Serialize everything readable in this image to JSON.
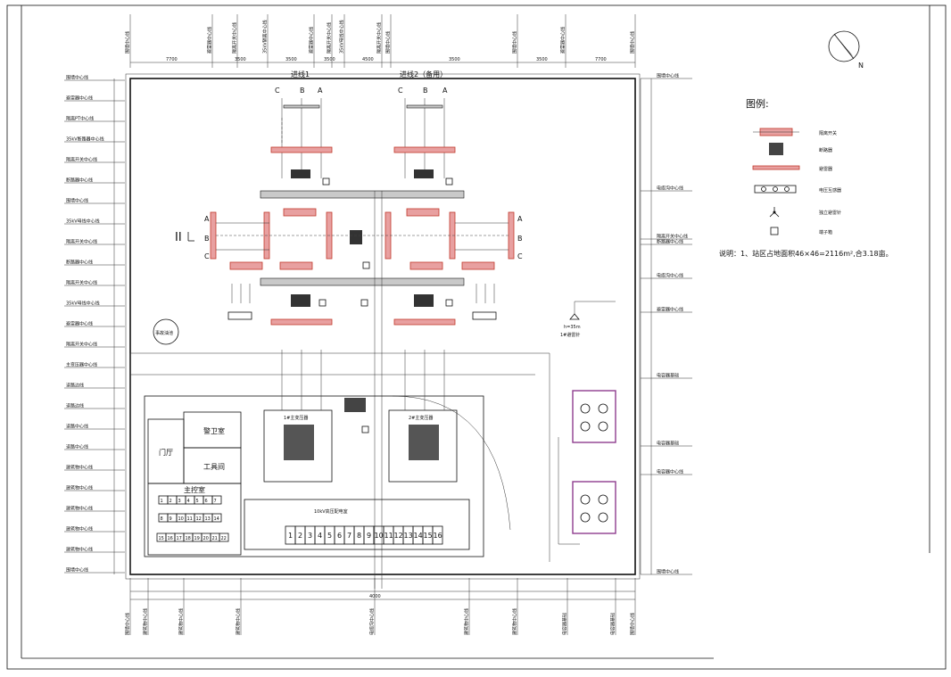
{
  "incoming_lines": {
    "line1": "进线1",
    "line2": "进线2（备用）"
  },
  "phases": [
    "C",
    "B",
    "A"
  ],
  "phases_side": [
    "A",
    "B",
    "C"
  ],
  "section_mark": "II",
  "legend": {
    "title": "图例:",
    "items": [
      {
        "icon": "disconnector-icon",
        "label": "隔离开关"
      },
      {
        "icon": "breaker-icon",
        "label": "断路器"
      },
      {
        "icon": "arrester-icon",
        "label": "避雷器"
      },
      {
        "icon": "voltage-transformer-icon",
        "label": "电压互感器"
      },
      {
        "icon": "lightning-rod-icon",
        "label": "独立避雷针"
      },
      {
        "icon": "terminal-box-icon",
        "label": "端子箱"
      }
    ]
  },
  "note": "说明：1、站区占地面积46×46=2116m²,合3.18亩。",
  "lightning_rod": {
    "height": "h=35m",
    "label": "1#避雷针"
  },
  "accident_pool": "事故油池",
  "rooms": {
    "guard": "警卫室",
    "hall": "门厅",
    "tools": "工具间",
    "control": "主控室",
    "switchgear": "10kV高压配电室"
  },
  "transformers": {
    "t1": "1#主变压器",
    "t2": "2#主变压器"
  },
  "panels": {
    "row1": [
      "1",
      "2",
      "3",
      "4",
      "5",
      "6",
      "7"
    ],
    "row2": [
      "8",
      "9",
      "10",
      "11",
      "12",
      "13",
      "14"
    ],
    "row3": [
      "15",
      "16",
      "17",
      "18",
      "19",
      "20",
      "21",
      "22"
    ]
  },
  "switchgear_cells": [
    "1",
    "2",
    "3",
    "4",
    "5",
    "6",
    "7",
    "8",
    "9",
    "10",
    "11",
    "12",
    "13",
    "14",
    "15",
    "16"
  ],
  "left_labels": [
    "围墙中心线",
    "避雷器中心线",
    "隔离PT中心线",
    "35kV断路器中心线",
    "隔离开关中心线",
    "断路器中心线",
    "围墙中心线",
    "35kV母线中心线",
    "隔离开关中心线",
    "断路器中心线",
    "隔离开关中心线",
    "35kV母线中心线",
    "避雷器中心线",
    "隔离开关中心线",
    "主变压器中心线",
    "道路边线",
    "道路边线",
    "道路中心线",
    "道路中心线",
    "建筑物中心线",
    "建筑物中心线",
    "建筑物中心线",
    "建筑物中心线",
    "建筑物中心线",
    "围墙中心线"
  ],
  "right_labels": [
    "围墙中心线",
    "电缆沟中心线",
    "隔离开关中心线",
    "断路器中心线",
    "电缆沟中心线",
    "避雷器中心线",
    "电容器基础",
    "电容器基础",
    "电容器中心线",
    "围墙中心线"
  ],
  "top_labels": [
    "围墙中心线",
    "避雷器中心线",
    "隔离开关中心线",
    "35kV隔离中心线",
    "避雷器中心线",
    "隔离开关中心线",
    "35kV母线中心线",
    "隔离开关中心线",
    "围墙中心线",
    "围墙中心线",
    "避雷器中心线",
    "围墙中心线"
  ],
  "bottom_labels": [
    "围墙中心线",
    "建筑物中心线",
    "建筑物中心线",
    "建筑物中心线",
    "电缆沟中心线",
    "建筑物中心线",
    "建筑物中心线",
    "电容器基础",
    "电容器基础",
    "围墙中心线"
  ],
  "dims": {
    "top": [
      "7700",
      "3500",
      "3500",
      "3500",
      "4500",
      "3500",
      "3500",
      "7700"
    ],
    "road": "4000"
  }
}
